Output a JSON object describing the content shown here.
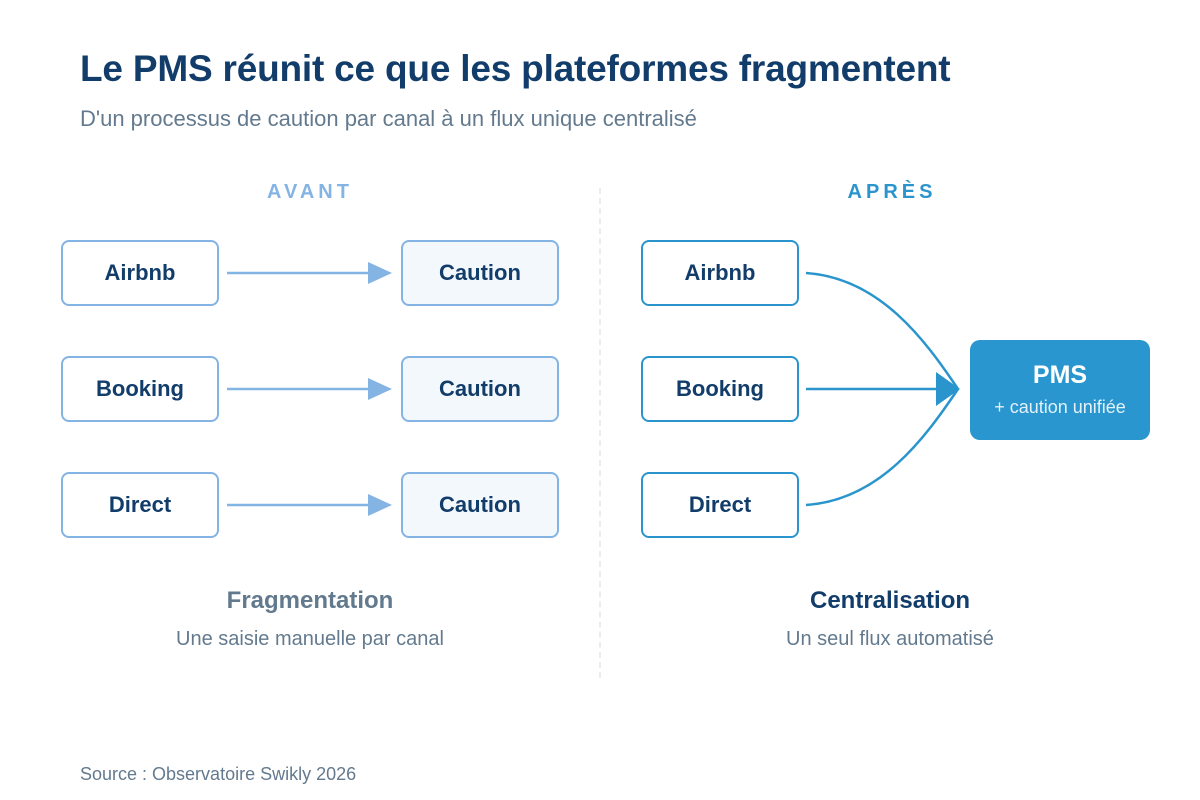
{
  "title": "Le PMS réunit ce que les plateformes fragmentent",
  "subtitle": "D'un processus de caution par canal à un flux unique centralisé",
  "before": {
    "label": "AVANT",
    "channels": [
      "Airbnb",
      "Booking",
      "Direct"
    ],
    "targets": [
      "Caution",
      "Caution",
      "Caution"
    ],
    "caption_title": "Fragmentation",
    "caption_sub": "Une saisie manuelle par canal"
  },
  "after": {
    "label": "APRÈS",
    "channels": [
      "Airbnb",
      "Booking",
      "Direct"
    ],
    "hub_title": "PMS",
    "hub_sub": "+ caution unifiée",
    "caption_title": "Centralisation",
    "caption_sub": "Un seul flux automatisé"
  },
  "source": "Source : Observatoire Swikly 2026",
  "colors": {
    "title": "#123d6a",
    "before_accent": "#84b4e4",
    "after_accent": "#2a95cc",
    "hub_fill": "#2996cf",
    "muted_text": "#637a8e"
  }
}
